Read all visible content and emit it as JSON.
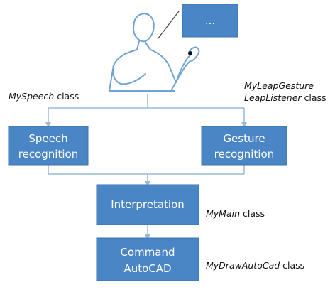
{
  "diagram": {
    "screen_box_label": "...",
    "boxes": {
      "speech_line1": "Speech",
      "speech_line2": "recognition",
      "gesture_line1": "Gesture",
      "gesture_line2": "recognition",
      "interpretation": "Interpretation",
      "command_line1": "Command",
      "command_line2": "AutoCAD"
    },
    "annotations": {
      "myspeech_italic": "MySpeech",
      "myspeech_rest": " class",
      "myleap_line1": "MyLeapGesture",
      "myleap_line2_italic": "LeapListener",
      "myleap_line2_rest": " class",
      "mymain_italic": "MyMain",
      "mymain_rest": " class",
      "mydraw_italic": "MyDrawAutoCad",
      "mydraw_rest": " class"
    }
  },
  "colors": {
    "box_fill": "#4a86c5",
    "box_border": "#3a72ad",
    "line": "#9bb8d6",
    "figure_stroke": "#6fa3d5",
    "screen_fill": "#4a86c5"
  }
}
